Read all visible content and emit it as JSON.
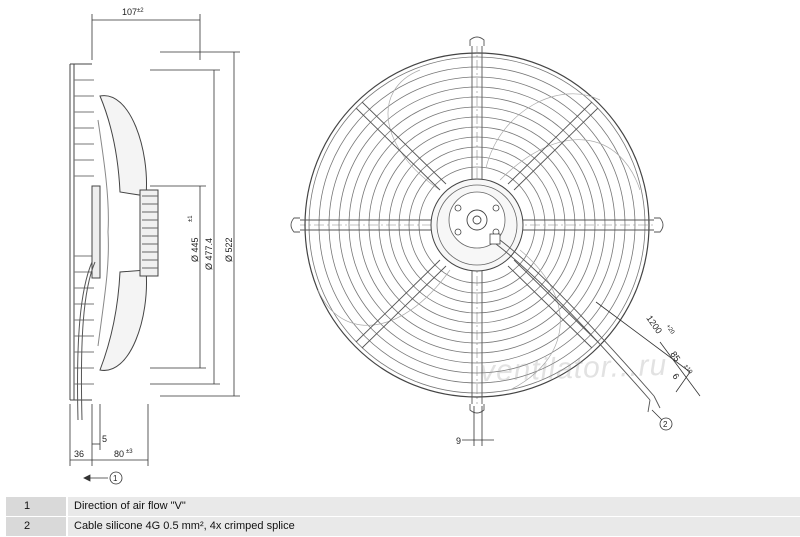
{
  "dimensions": {
    "width_total": "107",
    "width_total_tol": "±2",
    "d_445": "Ø 445",
    "d_445_tol": "±1",
    "d_477": "Ø 477.4",
    "d_522": "Ø 522",
    "dim_36": "36",
    "dim_5": "5",
    "dim_80": "80",
    "dim_80_tol": "±3",
    "dim_9": "9",
    "cable_len": "1200",
    "cable_len_tol": "+20",
    "cable_end": "85",
    "cable_end_tol": "±10",
    "cable_strip": "6"
  },
  "callouts": {
    "c1": "1",
    "c2": "2"
  },
  "watermark": "ventilator...ru",
  "legend": [
    {
      "num": "1",
      "text": "Direction of air flow \"V\""
    },
    {
      "num": "2",
      "text": "Cable silicone 4G 0.5 mm², 4x crimped splice"
    }
  ]
}
